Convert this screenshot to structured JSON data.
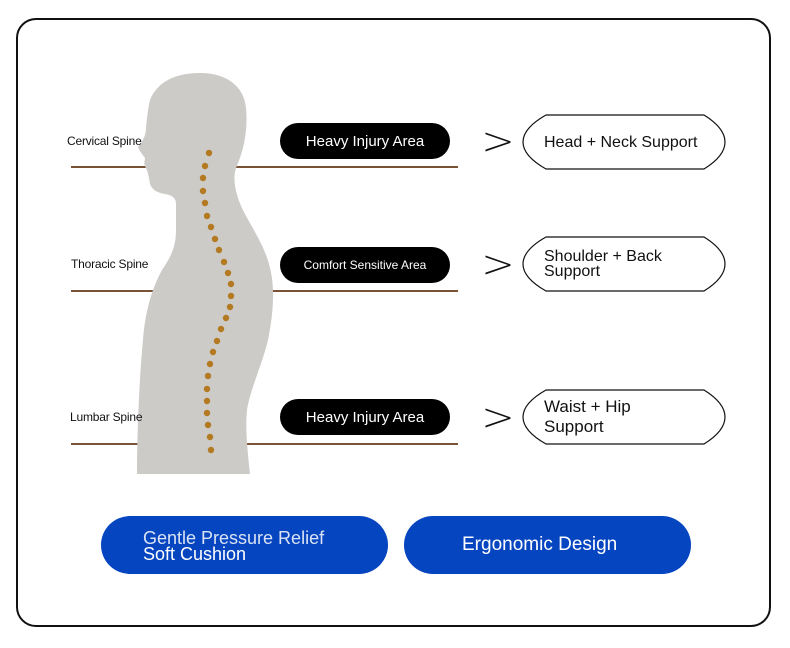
{
  "diagram": {
    "spine_labels": [
      {
        "label": "Cervical Spine"
      },
      {
        "label": "Thoracic Spine"
      },
      {
        "label": "Lumbar Spine"
      }
    ],
    "areas": [
      {
        "label": "Heavy Injury Area"
      },
      {
        "label": "Comfort Sensitive Area"
      },
      {
        "label": "Heavy Injury Area"
      }
    ],
    "arrow_glyph": ">",
    "supports": [
      {
        "label": "Head + Neck Support"
      },
      {
        "label": "Shoulder + Back Support"
      },
      {
        "label": "Waist + Hip Support"
      }
    ],
    "colors": {
      "silhouette": "#cdcbc8",
      "spine_dot": "#b37a22",
      "divider_line": "#7a5235",
      "pill_bg": "#000000",
      "cta_bg": "#0645c0"
    }
  },
  "features": {
    "left": {
      "overlay_text": "Gentle Pressure Relief",
      "text": "Soft Cushion"
    },
    "right": {
      "text": "Ergonomic Design"
    }
  }
}
